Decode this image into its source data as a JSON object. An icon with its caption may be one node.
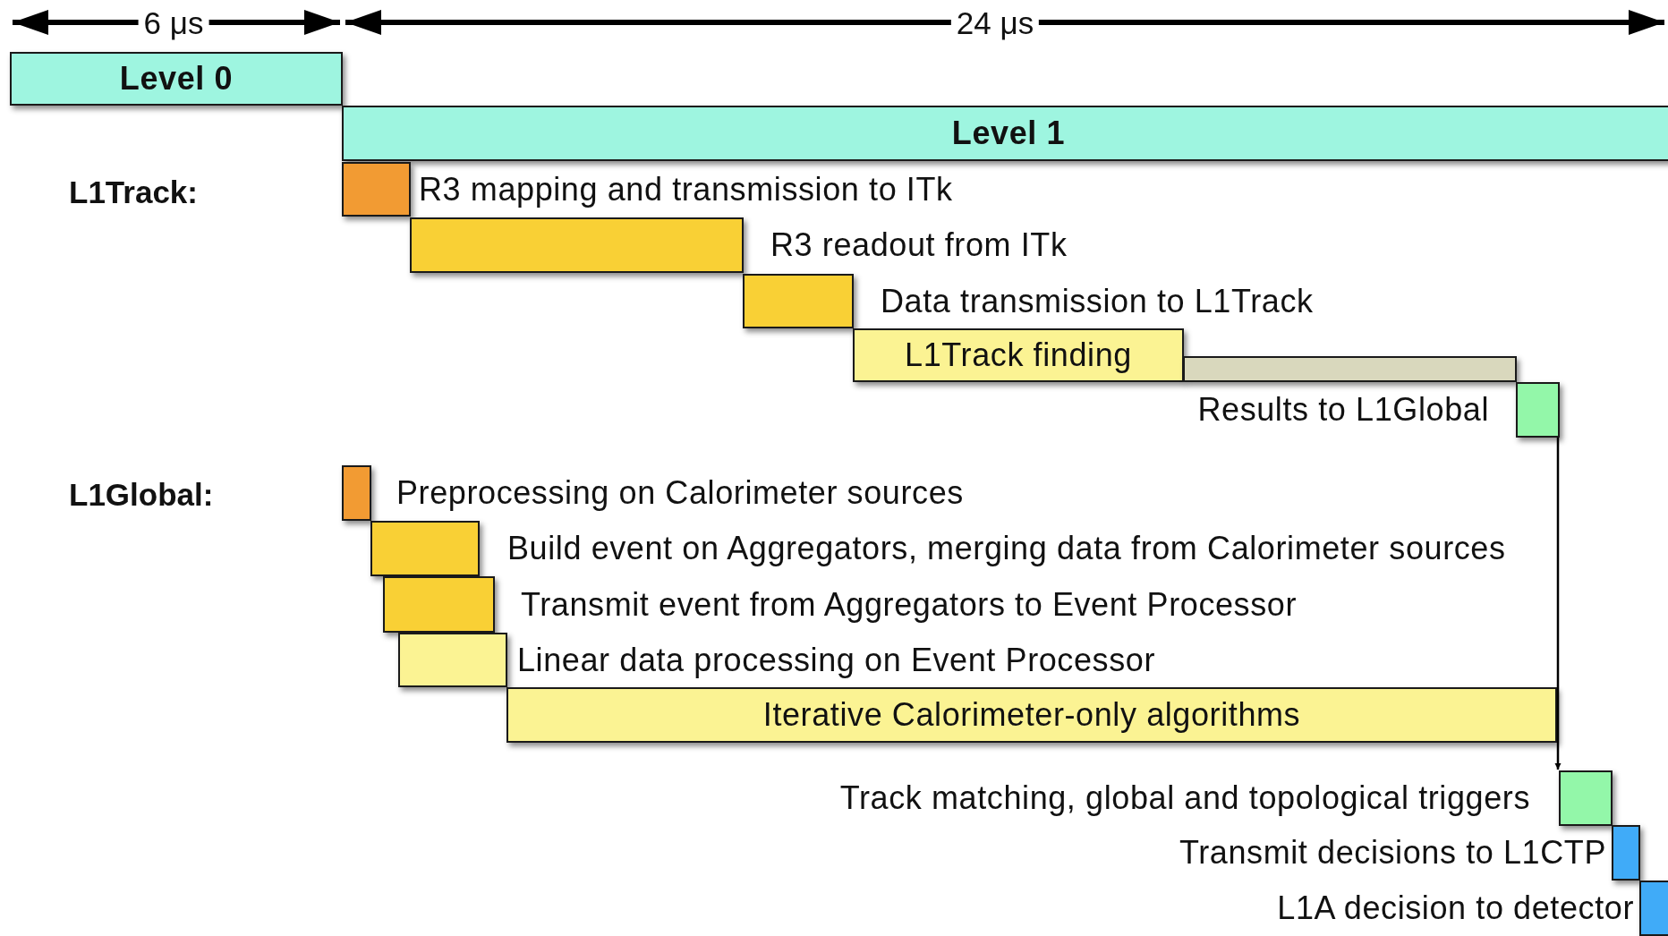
{
  "diagram": {
    "nodes": [
      {
        "text": [
          "Level 0"
        ]
      },
      {
        "text": [
          "Level 1"
        ]
      },
      {
        "text": [],
        "shape": "bar",
        "beside": [
          "R3 mapping and transmission to ITk"
        ]
      },
      {
        "text": [],
        "shape": "bar",
        "beside": [
          "R3 readout from ITk"
        ]
      },
      {
        "text": [],
        "shape": "bar",
        "beside": [
          "Data transmission to L1Track"
        ]
      },
      {
        "text": [
          "L1Track finding"
        ]
      },
      {
        "text": [],
        "shape": "bar"
      },
      {
        "text": [],
        "shape": "bar",
        "beside": [
          "Results to L1Global"
        ]
      },
      {
        "text": [],
        "shape": "bar",
        "beside": [
          "Preprocessing on Calorimeter sources"
        ]
      },
      {
        "text": [],
        "shape": "bar",
        "beside": [
          "Build event on Aggregators, merging data from Calorimeter sources"
        ]
      },
      {
        "text": [],
        "shape": "bar",
        "beside": [
          "Transmit event from Aggregators to Event Processor"
        ]
      },
      {
        "text": [],
        "shape": "bar",
        "beside": [
          "Linear data processing on Event Processor"
        ]
      },
      {
        "text": [
          "Iterative Calorimeter-only algorithms"
        ]
      },
      {
        "text": [],
        "shape": "bar",
        "beside": [
          "Track matching, global and topological triggers"
        ]
      },
      {
        "text": [],
        "shape": "bar",
        "beside": [
          "Transmit decisions to L1CTP"
        ]
      },
      {
        "text": [],
        "shape": "bar",
        "beside": [
          "L1A decision to detector"
        ]
      }
    ],
    "edges": [
      {
        "from": 7,
        "to": 13,
        "arrow": "to"
      }
    ],
    "labels": [
      "6 μs",
      "24 μs",
      "L1Track:",
      "L1Global:"
    ]
  }
}
